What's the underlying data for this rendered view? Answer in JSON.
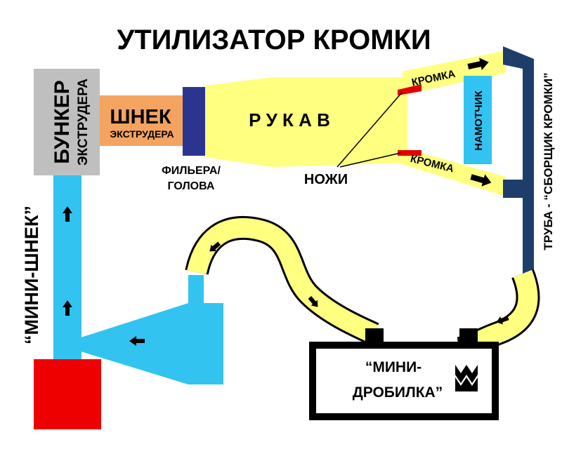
{
  "title": "УТИЛИЗАТОР КРОМКИ",
  "labels": {
    "bunker_line1": "БУНКЕР",
    "bunker_line2": "ЭКСТРУДЕРА",
    "shnek": "ШНЕК",
    "shnek_sub": "ЭКСТРУДЕРА",
    "filera_line1": "ФИЛЬЕРА/",
    "filera_line2": "ГОЛОВА",
    "rukav": "Р У К А В",
    "nozhi": "НОЖИ",
    "kromka_top": "КРОМКА",
    "kromka_bottom": "КРОМКА",
    "namotchik": "НАМОТЧИК",
    "truba": "ТРУБА - “СБОРЩИК КРОМКИ”",
    "mini_shnek": "“МИНИ-ШНЕК”",
    "drobilka_line1": "“МИНИ-",
    "drobilka_line2": "ДРОБИЛКА”"
  },
  "colors": {
    "yellow": "#FFFF80",
    "blue": "#33C3F0",
    "gray": "#BFBFBF",
    "orange": "#F4A460",
    "navy": "#1F3D6B",
    "filera": "#2B3590",
    "red": "#EE0000",
    "knife": "#E00000"
  }
}
